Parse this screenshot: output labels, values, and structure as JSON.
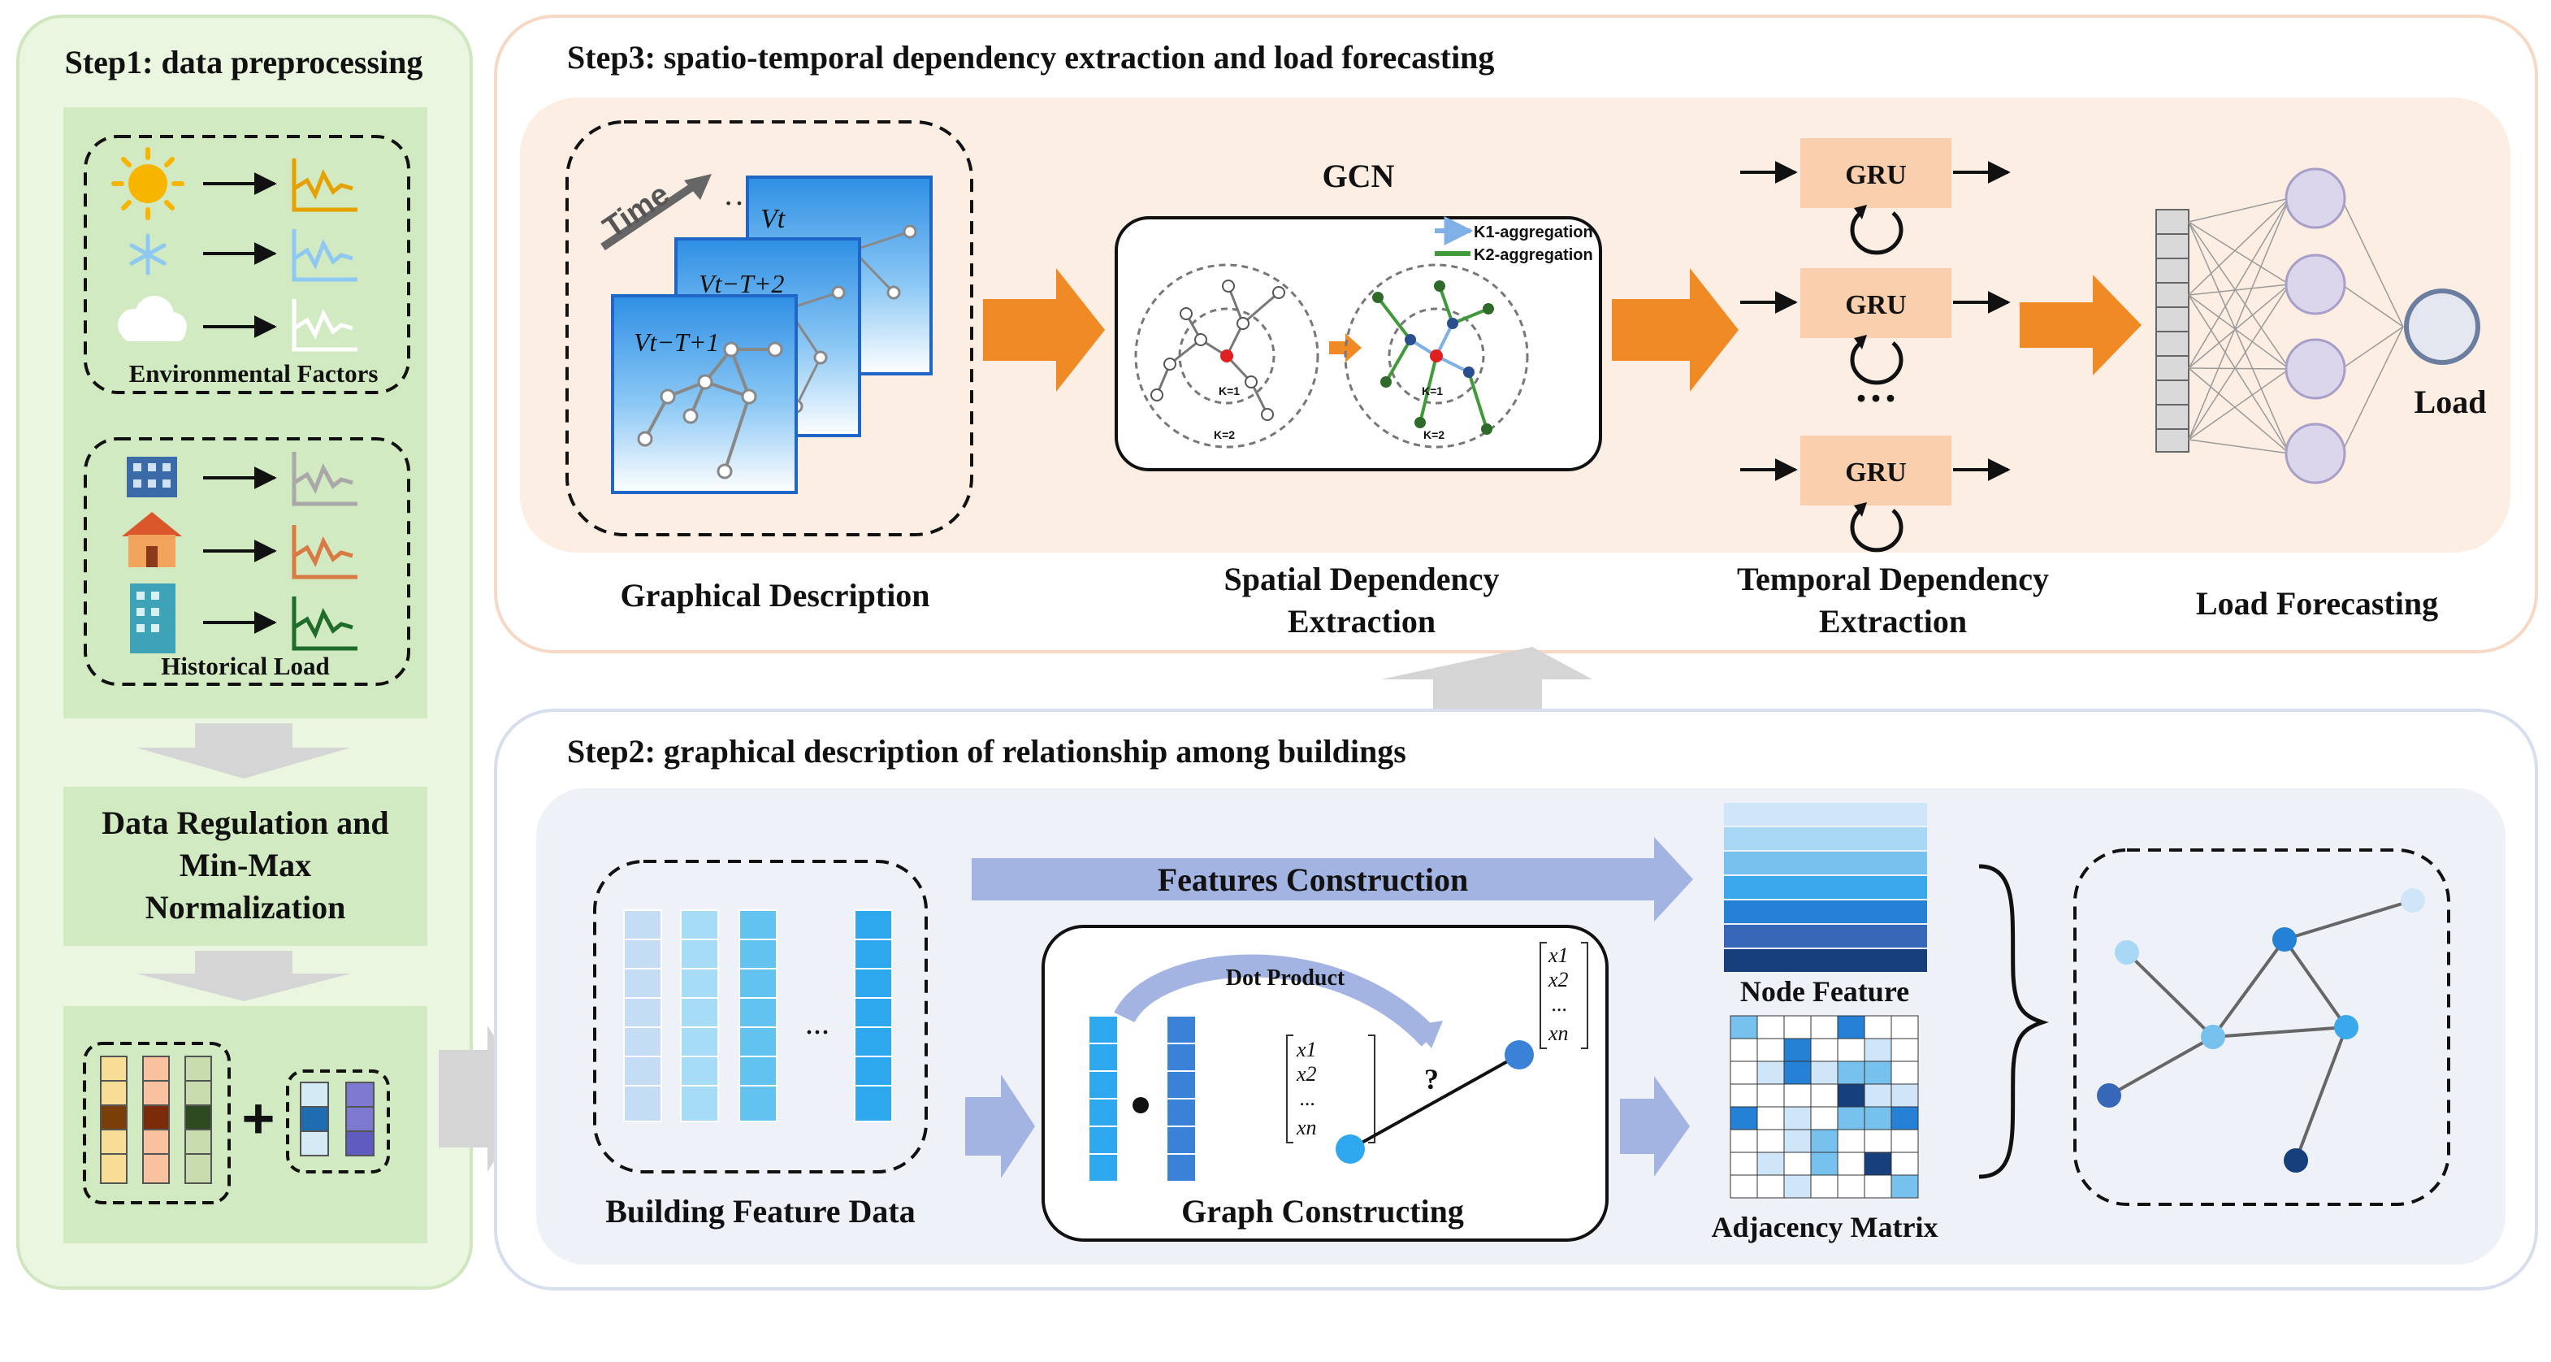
{
  "step1": {
    "title": "Step1: data preprocessing",
    "env_label": "Environmental Factors",
    "hist_label": "Historical Load",
    "normalization_lines": [
      "Data Regulation and",
      "Min-Max",
      "Normalization"
    ],
    "plus": "+"
  },
  "step2": {
    "title": "Step2: graphical description of relationship among buildings",
    "building_feature_label": "Building Feature Data",
    "features_construction": "Features Construction",
    "dot_product": "Dot Product",
    "graph_constructing": "Graph Constructing",
    "node_feature": "Node Feature",
    "adjacency_matrix": "Adjacency Matrix",
    "ellipsis": "...",
    "question_mark": "?",
    "vector": [
      "x1",
      "x2",
      "...",
      "xn"
    ]
  },
  "step3": {
    "title": "Step3: spatio-temporal dependency extraction and load forecasting",
    "time": "Time",
    "frames": [
      "Vt",
      "Vt−T+2",
      "Vt−T+1"
    ],
    "frame_dots": "…",
    "gcn": "GCN",
    "k1": "K1-aggregation",
    "k2": "K2-aggregation",
    "kequals1": "K=1",
    "kequals2": "K=2",
    "gru": "GRU",
    "gru_dots": "···",
    "load": "Load",
    "captions": {
      "graphical": "Graphical Description",
      "spatial": [
        "Spatial Dependency",
        "Extraction"
      ],
      "temporal": [
        "Temporal Dependency",
        "Extraction"
      ],
      "forecast": "Load Forecasting"
    }
  },
  "colors": {
    "step1_fill": "#eaf6e0",
    "step1_box": "#d2eac2",
    "step3_fill": "#fdeee3",
    "step2_fill": "#eef1f8",
    "orange_arrow": "#f08a24",
    "gru_fill": "#f9cfae",
    "blue_arrow": "#a3b4e2",
    "grey_arrow": "#d5d5d5"
  }
}
